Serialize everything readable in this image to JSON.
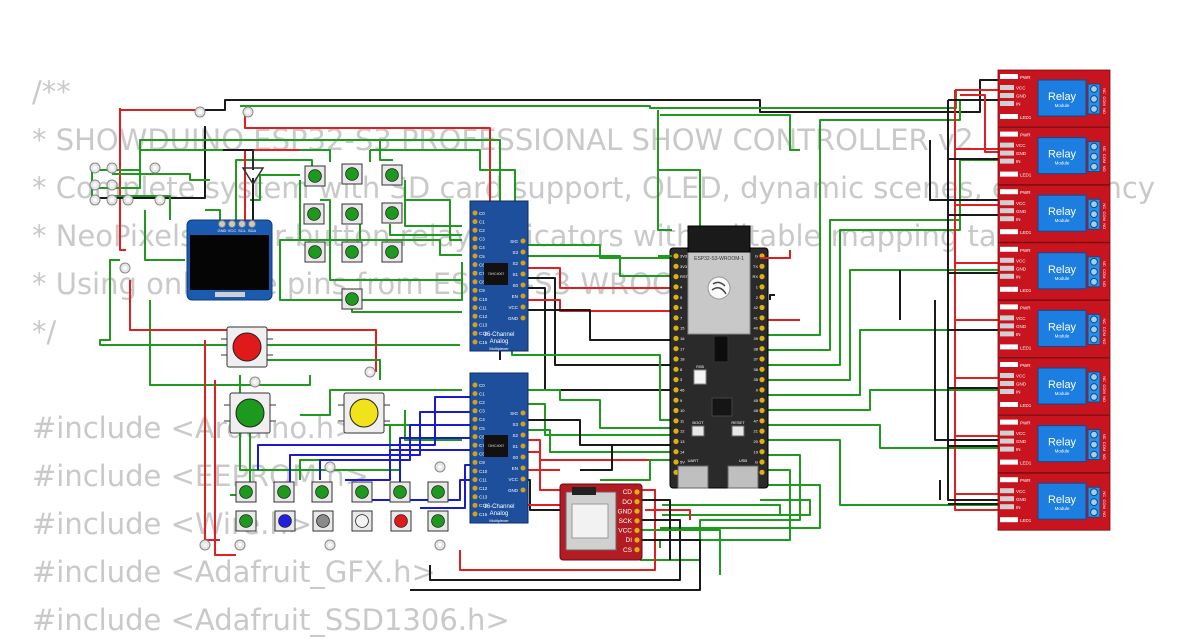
{
  "code_lines": [
    "/**",
    "* SHOWDUINO ESP32-S3 PROFESSIONAL SHOW CONTROLLER v2",
    "* Complete system with SD card support, OLED, dynamic scenes, emergency",
    "* NeoPixels + per-button relay indicators with editable mapping tables",
    "* Using only safe pins from ESP32-S3 WROOM-1",
    "*/",
    "",
    "#include <Arduino.h>",
    "#include <EEPROM.h>",
    "#include <Wire.h>",
    "#include <Adafruit_GFX.h>",
    "#include <Adafruit_SSD1306.h>"
  ],
  "oled": {
    "pins": [
      "GND",
      "VCC",
      "SCL",
      "SDA"
    ]
  },
  "mux": {
    "title": [
      "16-Channel",
      "Analog",
      "Multiplexer"
    ],
    "left_pins": [
      "C15",
      "C14",
      "C13",
      "C12",
      "C11",
      "C10",
      "C9",
      "C8",
      "C7",
      "C6",
      "C5",
      "C4",
      "C3",
      "C2",
      "C1",
      "C0"
    ],
    "right_pins": [
      "SIG",
      "S3",
      "S2",
      "S1",
      "S0",
      "EN",
      "VCC",
      "GND"
    ],
    "chip_label": "74HC4067"
  },
  "esp32": {
    "module_label": "ESP32-S3-WROOM-1",
    "left_pins": [
      "3V3",
      "3V3",
      "RST",
      "4",
      "5",
      "6",
      "7",
      "15",
      "16",
      "17",
      "18",
      "8",
      "3",
      "46",
      "9",
      "10",
      "11",
      "12",
      "13",
      "14",
      "5V",
      "G"
    ],
    "right_pins": [
      "G",
      "TX",
      "RX",
      "1",
      "2",
      "42",
      "41",
      "40",
      "39",
      "38",
      "37",
      "36",
      "35",
      "0",
      "45",
      "48",
      "47",
      "21",
      "20",
      "19",
      "G",
      "G"
    ],
    "boot_label": "BOOT",
    "reset_label": "RESET",
    "uart_label": "UART",
    "usb_label": "USB",
    "rgb_label": "RGB"
  },
  "sd": {
    "pins": [
      "CD",
      "DO",
      "GND",
      "SCK",
      "VCC",
      "DI",
      "CS"
    ]
  },
  "relay": {
    "label": "Relay",
    "sublabel": "Module",
    "pins": [
      "VCC",
      "GND",
      "IN"
    ],
    "pwr_label": "PWR",
    "led_label": "LED1",
    "contacts": [
      "NC",
      "COM",
      "NO"
    ],
    "count": 8
  },
  "colors": {
    "wire_green": "#1e9a1e",
    "wire_red": "#e02020",
    "wire_black": "#1a1a1a",
    "wire_blue": "#1a1ad0",
    "relay_board": "#c8141e",
    "relay_block": "#1c7ee0",
    "mux_board": "#1d4f9c",
    "esp_board": "#2a2a2a",
    "sd_board": "#b41c24",
    "button_green": "#1d9a1d",
    "button_red": "#e01a1a",
    "button_yellow": "#f2e21a",
    "button_blue": "#2020e0",
    "button_gray": "#8a8a8a",
    "button_white": "#f4f4f4"
  }
}
